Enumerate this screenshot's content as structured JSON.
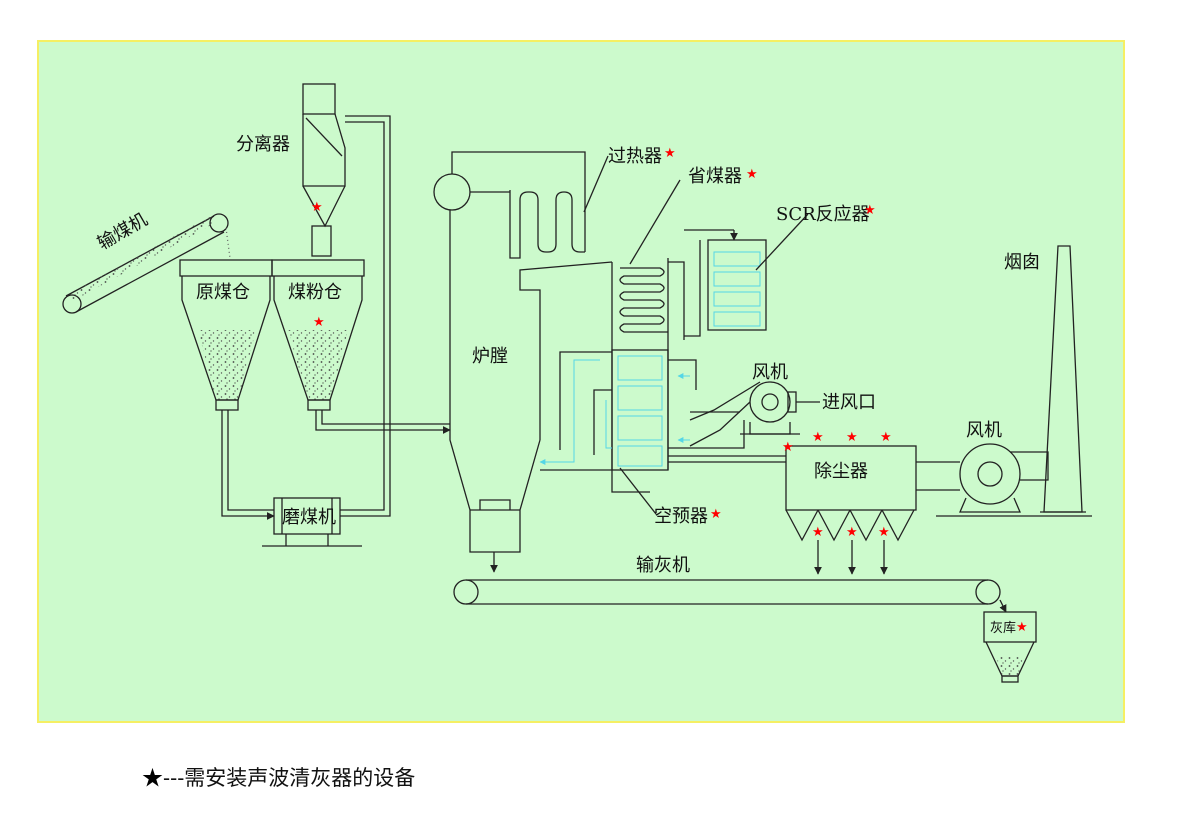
{
  "labels": {
    "separator": "分离器",
    "conveyor": "输煤机",
    "raw_coal_bin": "原煤仓",
    "pulverized_coal_bin": "煤粉仓",
    "coal_mill": "磨煤机",
    "furnace": "炉膛",
    "superheater": "过热器",
    "economizer": "省煤器",
    "scr_reactor": "SCR反应器",
    "fan_inlet": "风机",
    "air_inlet": "进风口",
    "dust_collector": "除尘器",
    "fan_outlet": "风机",
    "chimney": "烟囱",
    "air_preheater": "空预器",
    "ash_conveyor": "输灰机",
    "ash_silo": "灰库"
  },
  "star_symbol": "★",
  "legend": {
    "symbol": "★",
    "text": "---需安装声波清灰器的设备"
  },
  "colors": {
    "background": "#ccfacc",
    "border": "#f5ef63",
    "line": "#222222",
    "star": "#ff0000",
    "flow": "#55d6e6"
  }
}
